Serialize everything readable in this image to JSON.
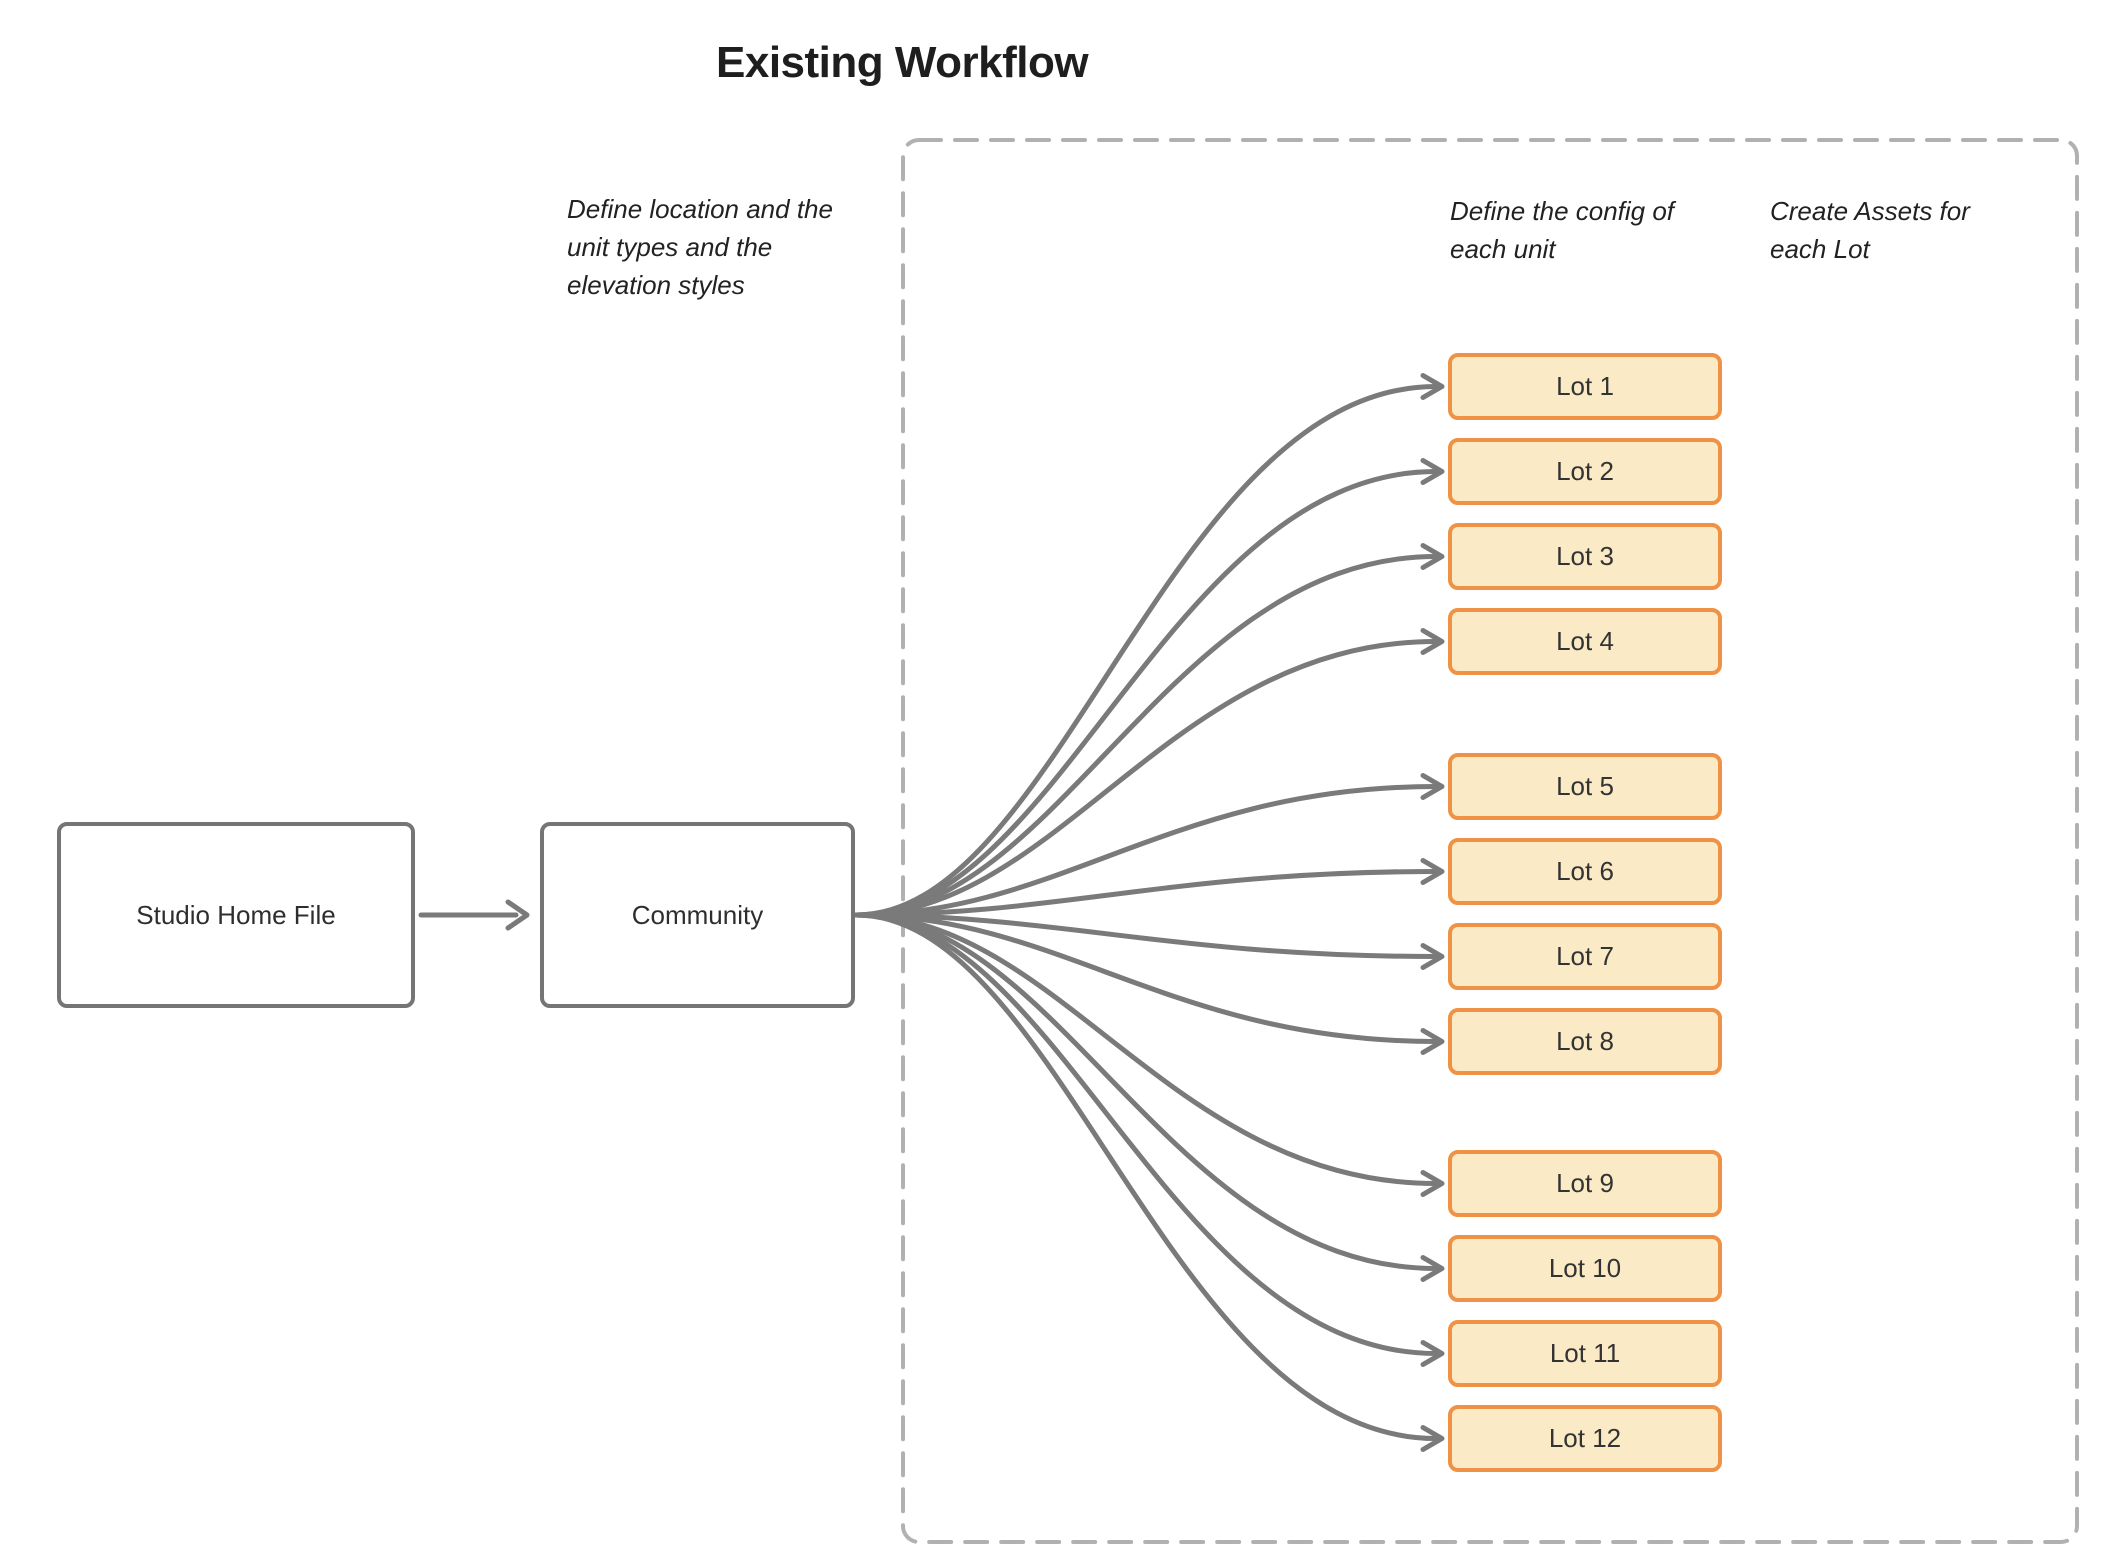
{
  "title": "Existing Workflow",
  "annotations": [
    {
      "id": "community-note",
      "text": "Define location and the\nunit types and the\nelevation styles"
    },
    {
      "id": "config-note",
      "text": "Define the config of\neach unit"
    },
    {
      "id": "assets-note",
      "text": "Create Assets for\neach Lot"
    }
  ],
  "nodes": {
    "studio": {
      "label": "Studio Home File"
    },
    "community": {
      "label": "Community"
    }
  },
  "lots": [
    {
      "label": "Lot 1"
    },
    {
      "label": "Lot 2"
    },
    {
      "label": "Lot 3"
    },
    {
      "label": "Lot 4"
    },
    {
      "label": "Lot 5"
    },
    {
      "label": "Lot 6"
    },
    {
      "label": "Lot 7"
    },
    {
      "label": "Lot 8"
    },
    {
      "label": "Lot 9"
    },
    {
      "label": "Lot 10"
    },
    {
      "label": "Lot 11"
    },
    {
      "label": "Lot 12"
    }
  ],
  "colors": {
    "connector": "#7a7a7a",
    "node_border": "#757575",
    "node_fill": "#ffffff",
    "container_border": "#b1b1b1",
    "lot_border": "#ef9245",
    "lot_fill": "#fbeac6",
    "text": "#262626"
  }
}
